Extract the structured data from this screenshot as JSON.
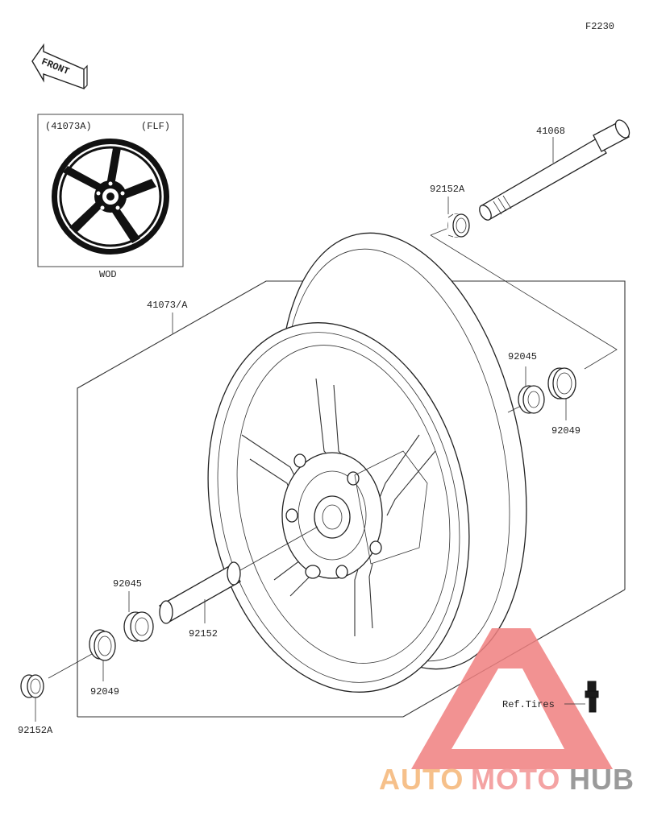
{
  "figure_code": "F2230",
  "front_label": "FRONT",
  "inset": {
    "part_label": "(41073A)",
    "variant_label": "(FLF)",
    "caption": "WOD"
  },
  "labels": {
    "wheel": "41073/A",
    "axle": "41068",
    "collar_right": "92152A",
    "bearing_right": "92045",
    "seal_right": "92049",
    "bearing_left": "92045",
    "spacer": "92152",
    "seal_left": "92049",
    "collar_left": "92152A",
    "ref_tires": "Ref.Tires"
  },
  "watermark": {
    "auto": "AUTO",
    "moto": "MOTO",
    "hub": "HUB",
    "color_auto": "#f6c08a",
    "color_moto": "#f4a3a3",
    "color_hub": "#9a9a9a",
    "color_logo": "#f08080"
  }
}
